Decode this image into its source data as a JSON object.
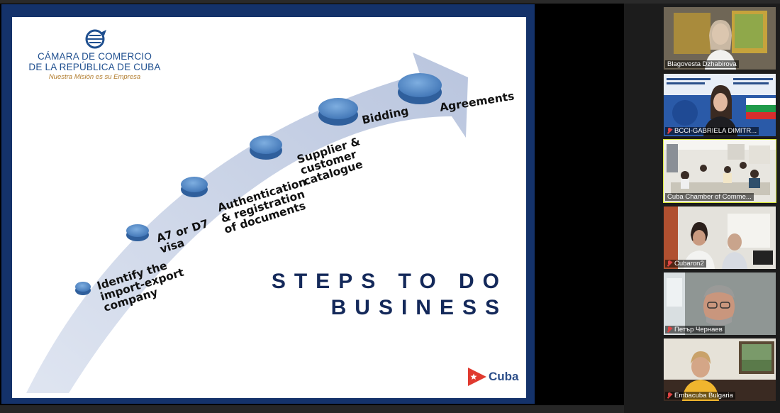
{
  "slide": {
    "logo": {
      "line1": "CÁMARA DE COMERCIO",
      "line2": "DE LA REPÚBLICA DE CUBA",
      "tagline": "Nuestra Misión es su Empresa"
    },
    "steps": [
      {
        "lines": [
          "Identify the",
          "import-export",
          "company"
        ]
      },
      {
        "lines": [
          "A7 or D7",
          "visa"
        ]
      },
      {
        "lines": [
          "Authentication",
          "& registration",
          "of documents"
        ]
      },
      {
        "lines": [
          "Supplier &",
          "customer",
          "catalogue"
        ]
      },
      {
        "label": "Bidding"
      },
      {
        "label": "Agreements"
      }
    ],
    "headline_line1": "STEPS TO DO",
    "headline_line2": "BUSINESS",
    "brand": "Cuba",
    "colors": {
      "arrow": "#c7d1e6",
      "disc": "#4d83c4",
      "headline": "#14295a",
      "frame": "#14326a"
    }
  },
  "participants": [
    {
      "name": "Blagovesta Dzhabirova",
      "muted": false,
      "active": false
    },
    {
      "name": "BCCI-GABRIELA DIMITR...",
      "muted": true,
      "active": false
    },
    {
      "name": "Cuba Chamber of Comme...",
      "muted": false,
      "active": true
    },
    {
      "name": "Cubaron2",
      "muted": true,
      "active": false
    },
    {
      "name": "Петър Чернаев",
      "muted": true,
      "active": false
    },
    {
      "name": "Embacuba Bulgaria",
      "muted": true,
      "active": false
    }
  ]
}
